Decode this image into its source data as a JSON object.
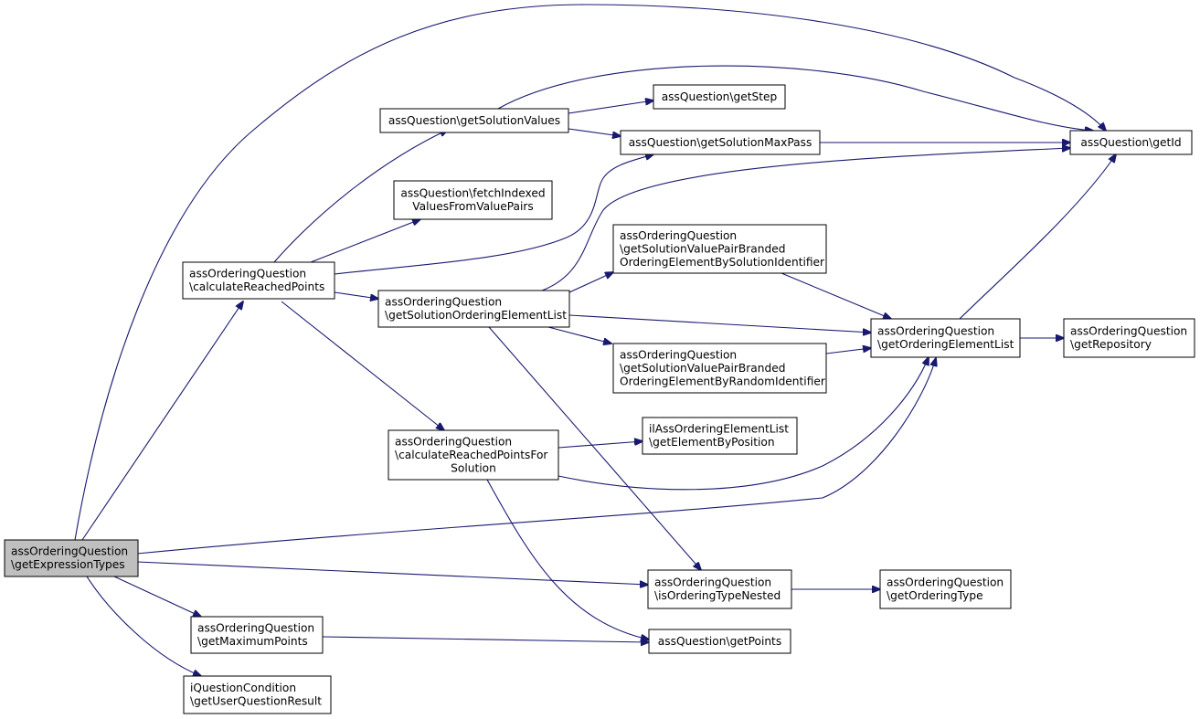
{
  "diagram": {
    "type": "call-graph",
    "colors": {
      "edge": "#191970",
      "root_fill": "#bfbfbf",
      "node_fill": "#ffffff",
      "border": "#000000"
    },
    "nodes": {
      "getExpressionTypes": [
        "assOrderingQuestion",
        "\\getExpressionTypes"
      ],
      "calculateReachedPoints": [
        "assOrderingQuestion",
        "\\calculateReachedPoints"
      ],
      "getSolutionValues": [
        "assQuestion\\getSolutionValues"
      ],
      "getStep": [
        "assQuestion\\getStep"
      ],
      "getSolutionMaxPass": [
        "assQuestion\\getSolutionMaxPass"
      ],
      "getId": [
        "assQuestion\\getId"
      ],
      "fetchIndexedValuesFromValuePairs": [
        "assQuestion\\fetchIndexed",
        "ValuesFromValuePairs"
      ],
      "getSolutionOrderingElementList": [
        "assOrderingQuestion",
        "\\getSolutionOrderingElementList"
      ],
      "getSolutionValuePairBrandedOrderingElementBySolutionIdentifier": [
        "assOrderingQuestion",
        "\\getSolutionValuePairBranded",
        "OrderingElementBySolutionIdentifier"
      ],
      "getSolutionValuePairBrandedOrderingElementByRandomIdentifier": [
        "assOrderingQuestion",
        "\\getSolutionValuePairBranded",
        "OrderingElementByRandomIdentifier"
      ],
      "getOrderingElementList": [
        "assOrderingQuestion",
        "\\getOrderingElementList"
      ],
      "getRepository": [
        "assOrderingQuestion",
        "\\getRepository"
      ],
      "calculateReachedPointsForSolution": [
        "assOrderingQuestion",
        "\\calculateReachedPointsFor",
        "Solution"
      ],
      "getElementByPosition": [
        "ilAssOrderingElementList",
        "\\getElementByPosition"
      ],
      "isOrderingTypeNested": [
        "assOrderingQuestion",
        "\\isOrderingTypeNested"
      ],
      "getOrderingType": [
        "assOrderingQuestion",
        "\\getOrderingType"
      ],
      "getMaximumPoints": [
        "assOrderingQuestion",
        "\\getMaximumPoints"
      ],
      "getPoints": [
        "assQuestion\\getPoints"
      ],
      "getUserQuestionResult": [
        "iQuestionCondition",
        "\\getUserQuestionResult"
      ]
    }
  }
}
